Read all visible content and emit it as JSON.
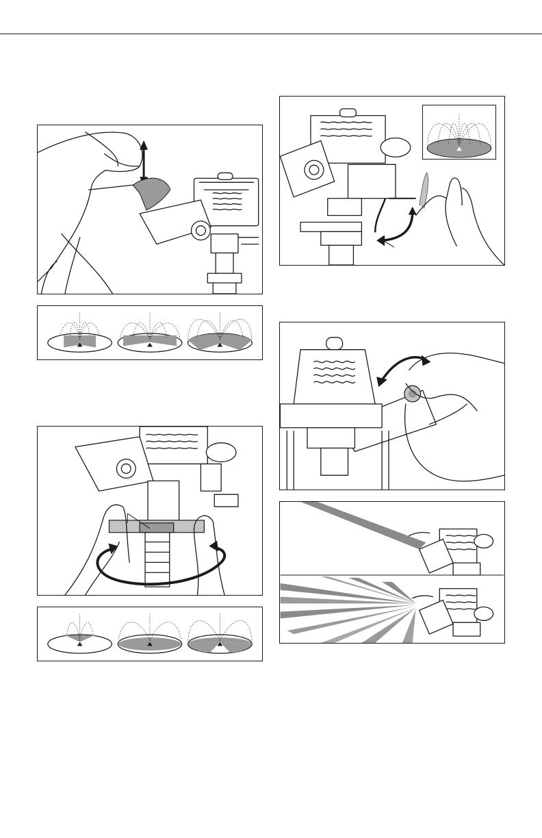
{
  "page": {
    "background_color": "#ffffff",
    "ink_color": "#1a1a1a",
    "shade_color": "#9a9a9a"
  },
  "figures": [
    {
      "id": "diffuser-adjust",
      "icons": [
        "hand-icon",
        "sprinkler-head-icon",
        "diffuser-tab-icon",
        "vertical-double-arrow-icon"
      ]
    },
    {
      "id": "pattern-diffuser",
      "icons": [
        "narrow-pattern-icon",
        "medium-pattern-icon",
        "wide-pattern-icon"
      ]
    },
    {
      "id": "collar-adjust",
      "icons": [
        "hands-icon",
        "sprinkler-head-icon",
        "collar-ring-icon",
        "rotate-arrow-icon"
      ]
    },
    {
      "id": "pattern-collar",
      "icons": [
        "narrow-sector-icon",
        "medium-sector-icon",
        "wide-sector-icon"
      ]
    },
    {
      "id": "trip-pin",
      "icons": [
        "sprinkler-head-icon",
        "trip-pin-icon",
        "curved-arrow-icon",
        "hand-icon",
        "full-circle-pattern-icon"
      ]
    },
    {
      "id": "distance-screw",
      "icons": [
        "sprinkler-head-icon",
        "thumb-icon",
        "screw-icon",
        "rotate-arrow-icon"
      ]
    },
    {
      "id": "spray-jet",
      "icons": [
        "sprinkler-head-icon",
        "jet-stream-icon"
      ]
    },
    {
      "id": "spray-fan",
      "icons": [
        "sprinkler-head-icon",
        "fan-spray-icon"
      ]
    }
  ]
}
